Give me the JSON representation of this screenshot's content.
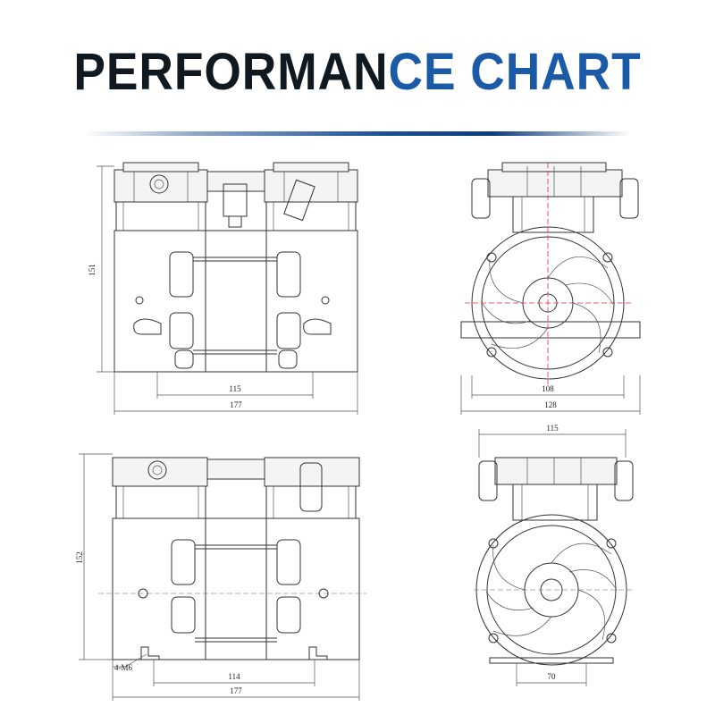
{
  "title": {
    "part1": "PERFORMAN",
    "part2": "CE CHART"
  },
  "dimensions": {
    "top_left": {
      "height": "151",
      "inner_width": "115",
      "overall_width": "177"
    },
    "top_right": {
      "inner_width": "108",
      "overall_width": "128"
    },
    "bottom_left": {
      "height": "152",
      "inner_width": "114",
      "overall_width": "177",
      "bolt_note": "4-M6"
    },
    "bottom_right": {
      "top_width": "115",
      "base_width": "70"
    }
  },
  "colors": {
    "title_dark": "#101820",
    "title_blue": "#1a5aa6",
    "line": "#333333",
    "centerline_red": "#dd3333"
  }
}
